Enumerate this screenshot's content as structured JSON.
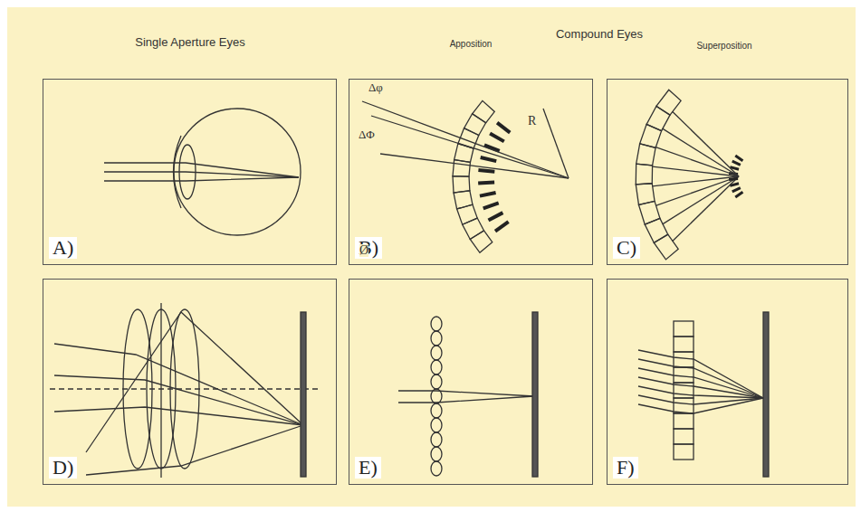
{
  "diagram": {
    "nodes": [
      {
        "text": [
          "A)"
        ]
      },
      {
        "text": [
          "B)"
        ]
      },
      {
        "text": [
          "C)"
        ]
      },
      {
        "text": [
          "D)"
        ]
      },
      {
        "text": [
          "E)"
        ]
      },
      {
        "text": [
          "F)"
        ]
      }
    ],
    "labels": [
      "Single Aperture Eyes",
      "Compound Eyes",
      "Apposition",
      "Superposition",
      "Δφ",
      "ΔΦ",
      "R",
      "Ø"
    ]
  }
}
